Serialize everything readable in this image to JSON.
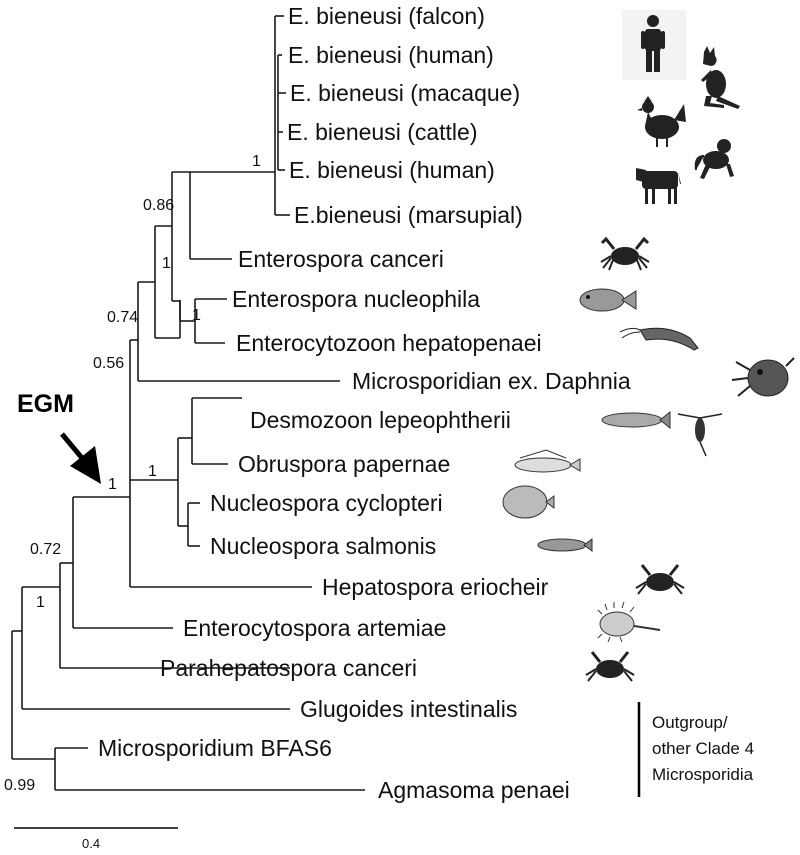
{
  "tree": {
    "taxa": [
      "E. bieneusi (falcon)",
      "E. bieneusi (human)",
      "E. bieneusi (macaque)",
      "E. bieneusi (cattle)",
      "E. bieneusi (human)",
      "E.bieneusi (marsupial)",
      "Enterospora canceri",
      "Enterospora nucleophila",
      "Enterocytozoon hepatopenaei",
      "Microsporidian ex. Daphnia",
      "Desmozoon lepeophtherii",
      "Obruspora papernae",
      "Nucleospora cyclopteri",
      "Nucleospora salmonis",
      "Hepatospora eriocheir",
      "Enterocytospora artemiae",
      "Parahepatospora canceri",
      "Glugoides intestinalis",
      "Microsporidium BFAS6",
      "Agmasoma penaei"
    ],
    "supports": {
      "bieneusi": "1",
      "ebc": "0.86",
      "ec_pair": "1",
      "en_eh": "1",
      "enterocytozoonidae": "0.74",
      "eic": "0.56",
      "desmo_nucleo": "1",
      "egm": "1",
      "egm_enterocyto": "0.72",
      "with_parahep": "1",
      "root": "0.99"
    },
    "egm_label": "EGM",
    "outgroup_label": [
      "Outgroup/",
      "other Clade 4",
      "Microsporidia"
    ],
    "scale_bar": "0.4"
  },
  "icons": [
    "human-icon",
    "kangaroo-icon",
    "chicken-icon",
    "macaque-icon",
    "cow-icon",
    "crab-icon",
    "fish-icon",
    "shrimp-icon",
    "daphnia-icon",
    "salmon-icon",
    "copepod-icon",
    "goby-icon",
    "lumpfish-icon",
    "trout-icon",
    "crab-icon",
    "artemia-icon",
    "crab-icon"
  ]
}
